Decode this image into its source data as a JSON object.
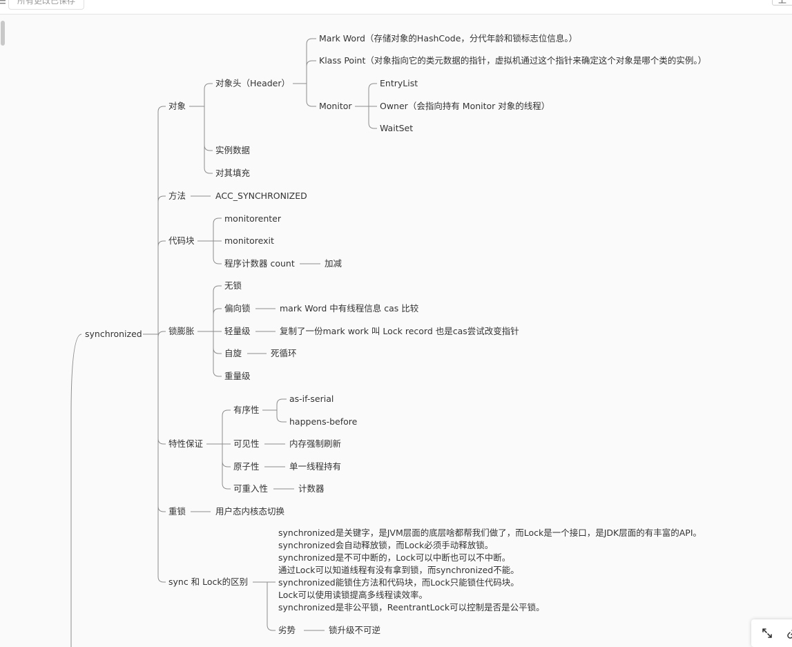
{
  "topbar": {
    "status_text": "所有更改已保存",
    "right_button_label": "上"
  },
  "mindmap": {
    "root": "synchronized",
    "object": {
      "label": "对象",
      "header": {
        "label": "对象头（Header）",
        "mark_word": "Mark Word（存储对象的HashCode，分代年龄和锁标志位信息。）",
        "klass_point": "Klass Point（对象指向它的类元数据的指针，虚拟机通过这个指针来确定这个对象是哪个类的实例。）",
        "monitor": {
          "label": "Monitor",
          "items": [
            "EntryList",
            "Owner（会指向持有 Monitor 对象的线程）",
            "WaitSet"
          ]
        }
      },
      "instance_data": "实例数据",
      "padding": "对其填充"
    },
    "method": {
      "label": "方法",
      "detail": "ACC_SYNCHRONIZED"
    },
    "code_block": {
      "label": "代码块",
      "items": [
        "monitorenter",
        "monitorexit",
        "程序计数器 count"
      ],
      "counter_detail": "加减"
    },
    "lock_inflation": {
      "label": "锁膨胀",
      "no_lock": "无锁",
      "biased": {
        "label": "偏向锁",
        "detail": "mark Word 中有线程信息 cas 比较"
      },
      "lightweight": {
        "label": "轻量级",
        "detail": "复制了一份mark work 叫 Lock record 也是cas尝试改变指针"
      },
      "spin": {
        "label": "自旋",
        "detail": "死循环"
      },
      "heavyweight": "重量级"
    },
    "guarantees": {
      "label": "特性保证",
      "ordering": {
        "label": "有序性",
        "items": [
          "as-if-serial",
          "happens-before"
        ]
      },
      "visibility": {
        "label": "可见性",
        "detail": "内存强制刷新"
      },
      "atomicity": {
        "label": "原子性",
        "detail": "单一线程持有"
      },
      "reentrant": {
        "label": "可重入性",
        "detail": "计数器"
      }
    },
    "heavy_lock": {
      "label": "重锁",
      "detail": "用户态内核态切换"
    },
    "vs_lock": {
      "label": "sync 和 Lock的区别",
      "lines": [
        "synchronized是关键字，是JVM层面的底层啥都帮我们做了，而Lock是一个接口，是JDK层面的有丰富的API。",
        "synchronized会自动释放锁，而Lock必须手动释放锁。",
        "synchronized是不可中断的，Lock可以中断也可以不中断。",
        "通过Lock可以知道线程有没有拿到锁，而synchronized不能。",
        "synchronized能锁住方法和代码块，而Lock只能锁住代码块。",
        "Lock可以使用读锁提高多线程读效率。",
        "synchronized是非公平锁，ReentrantLock可以控制是否是公平锁。"
      ],
      "disadvantage": {
        "label": "劣势",
        "detail": "锁升级不可逆"
      }
    }
  },
  "colors": {
    "line": "#8c8c8c",
    "text": "#333333",
    "background": "#fafafa"
  },
  "icons": [
    "fit-screen-icon",
    "link-icon"
  ]
}
